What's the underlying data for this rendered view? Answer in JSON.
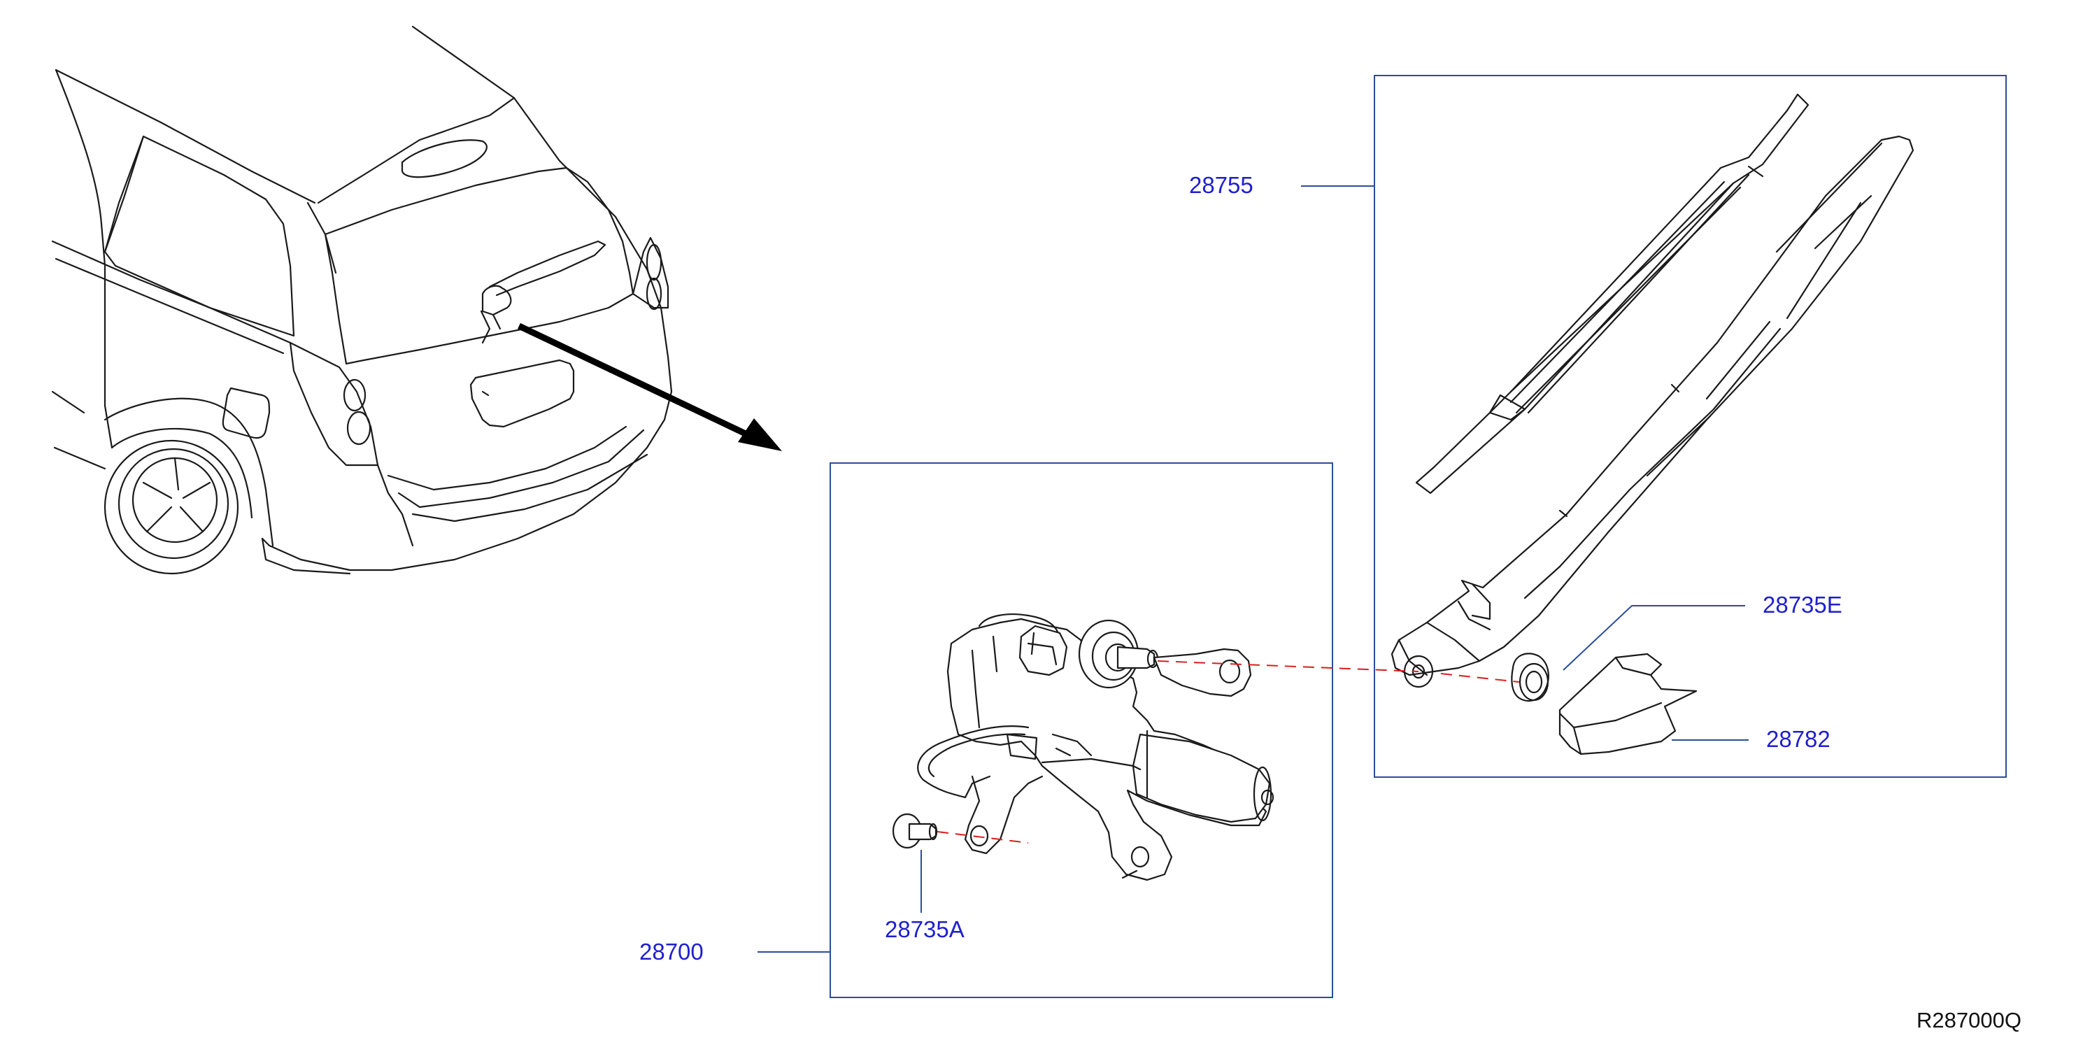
{
  "colors": {
    "part_label": "#1f1fd0",
    "outline": "#1a1a1a",
    "box_frame": "#2b4e9a",
    "alignment_dash": "#d81e1e",
    "background": "#ffffff"
  },
  "parts": {
    "blade_arm_assembly": "28755",
    "motor_assembly": "28700",
    "nut": "28735E",
    "bolt": "28735A",
    "cap": "28782"
  },
  "reference_code": "R287000Q"
}
